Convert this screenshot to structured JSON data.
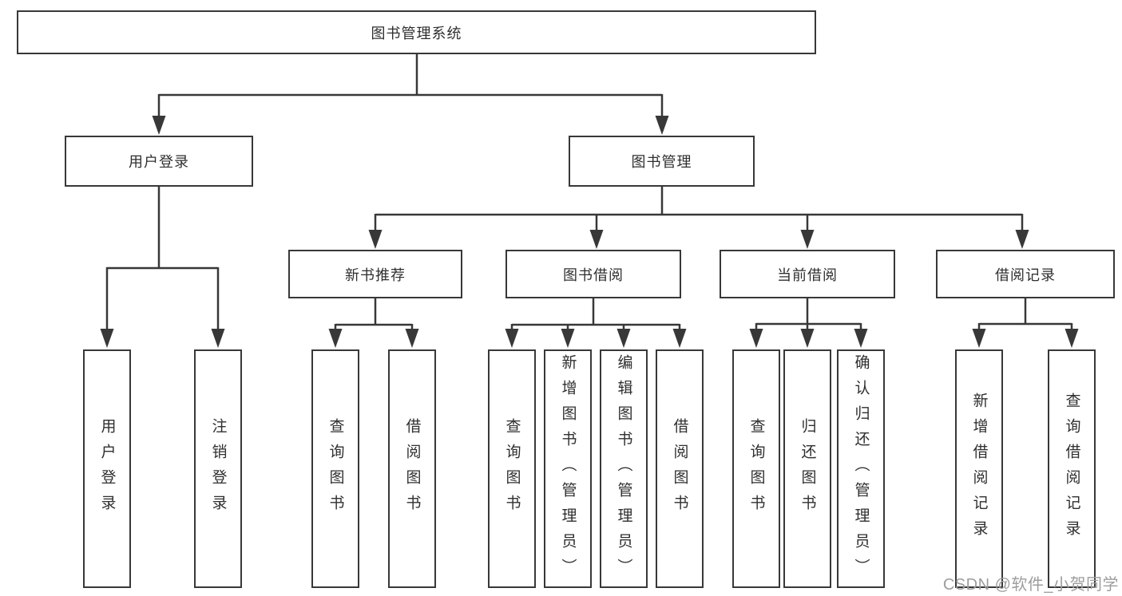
{
  "diagram_type": "hierarchy-tree",
  "nodes": {
    "root": {
      "label": "图书管理系统"
    },
    "user_login": {
      "label": "用户登录"
    },
    "book_management": {
      "label": "图书管理"
    },
    "new_book_recommend": {
      "label": "新书推荐"
    },
    "book_borrowing": {
      "label": "图书借阅"
    },
    "current_borrowing": {
      "label": "当前借阅"
    },
    "borrowing_records": {
      "label": "借阅记录"
    },
    "leaf_user_login": {
      "label": "用户登录"
    },
    "leaf_logout": {
      "label": "注销登录"
    },
    "leaf_nbr_query_books": {
      "label": "查询图书"
    },
    "leaf_nbr_borrow_books": {
      "label": "借阅图书"
    },
    "leaf_bb_query_books": {
      "label": "查询图书"
    },
    "leaf_bb_add_books": {
      "label": "新增图书（管理员）"
    },
    "leaf_bb_edit_books": {
      "label": "编辑图书（管理员）"
    },
    "leaf_bb_borrow_books": {
      "label": "借阅图书"
    },
    "leaf_cb_query_books": {
      "label": "查询图书"
    },
    "leaf_cb_return_books": {
      "label": "归还图书"
    },
    "leaf_cb_confirm_return": {
      "label": "确认归还（管理员）"
    },
    "leaf_br_add_record": {
      "label": "新增借阅记录"
    },
    "leaf_br_query_record": {
      "label": "查询借阅记录"
    }
  },
  "watermark": {
    "text": "CSDN @软件_小贺同学"
  },
  "colors": {
    "line": "#383838",
    "text": "#2f2f2f",
    "watermark": "#9d9d9d",
    "background": "#ffffff"
  }
}
